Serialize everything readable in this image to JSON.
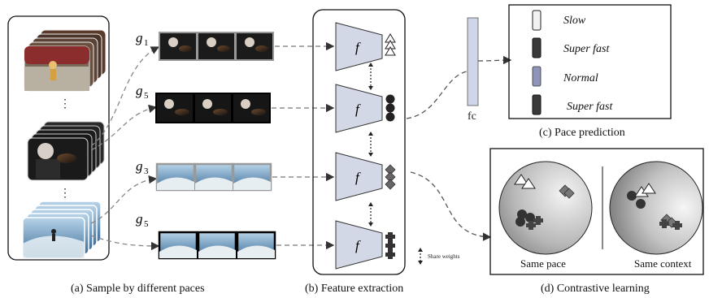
{
  "panels": {
    "a_caption": "(a) Sample by different paces",
    "b_caption": "(b) Feature extraction",
    "c_caption": "(c) Pace prediction",
    "d_caption": "(d) Contrastive learning"
  },
  "sampling": {
    "ellipsis_1": "⋮",
    "ellipsis_2": "⋮",
    "g_labels": [
      {
        "base": "g",
        "sub": "1"
      },
      {
        "base": "g",
        "sub": "5"
      },
      {
        "base": "g",
        "sub": "3"
      },
      {
        "base": "g",
        "sub": "5"
      }
    ]
  },
  "encoder": {
    "label": "f",
    "share_weights": "Share weights"
  },
  "pace_prediction": {
    "fc_label": "fc",
    "legend": [
      {
        "label": "Slow",
        "color": "#f2f2f2",
        "shape": "light-bar"
      },
      {
        "label": "Super fast",
        "color": "#3a3a3a",
        "shape": "dark-bar"
      },
      {
        "label": "Normal",
        "color": "#8f95b8",
        "shape": "blue-bar"
      },
      {
        "label": "Super fast",
        "color": "#3a3a3a",
        "shape": "dark-bar"
      }
    ]
  },
  "contrastive": {
    "left_label": "Same pace",
    "right_label": "Same context"
  }
}
